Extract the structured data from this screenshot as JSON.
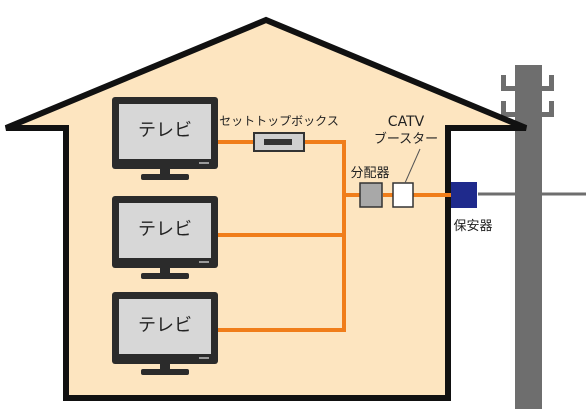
{
  "colors": {
    "house_fill": "#fde5c0",
    "house_stroke": "#111111",
    "cable": "#f07d1a",
    "tv_body": "#2b2b2b",
    "tv_screen": "#d7d7d7",
    "pole": "#6e6e6e",
    "protector": "#1f2a8c",
    "splitter": "#a8a8a8",
    "booster": "#ffffff",
    "stb": "#d0d0d0"
  },
  "labels": {
    "tv_1": "テレビ",
    "tv_2": "テレビ",
    "tv_3": "テレビ",
    "set_top_box": "セットトップボックス",
    "splitter": "分配器",
    "catv_line1": "CATV",
    "catv_line2": "ブースター",
    "protector": "保安器"
  }
}
